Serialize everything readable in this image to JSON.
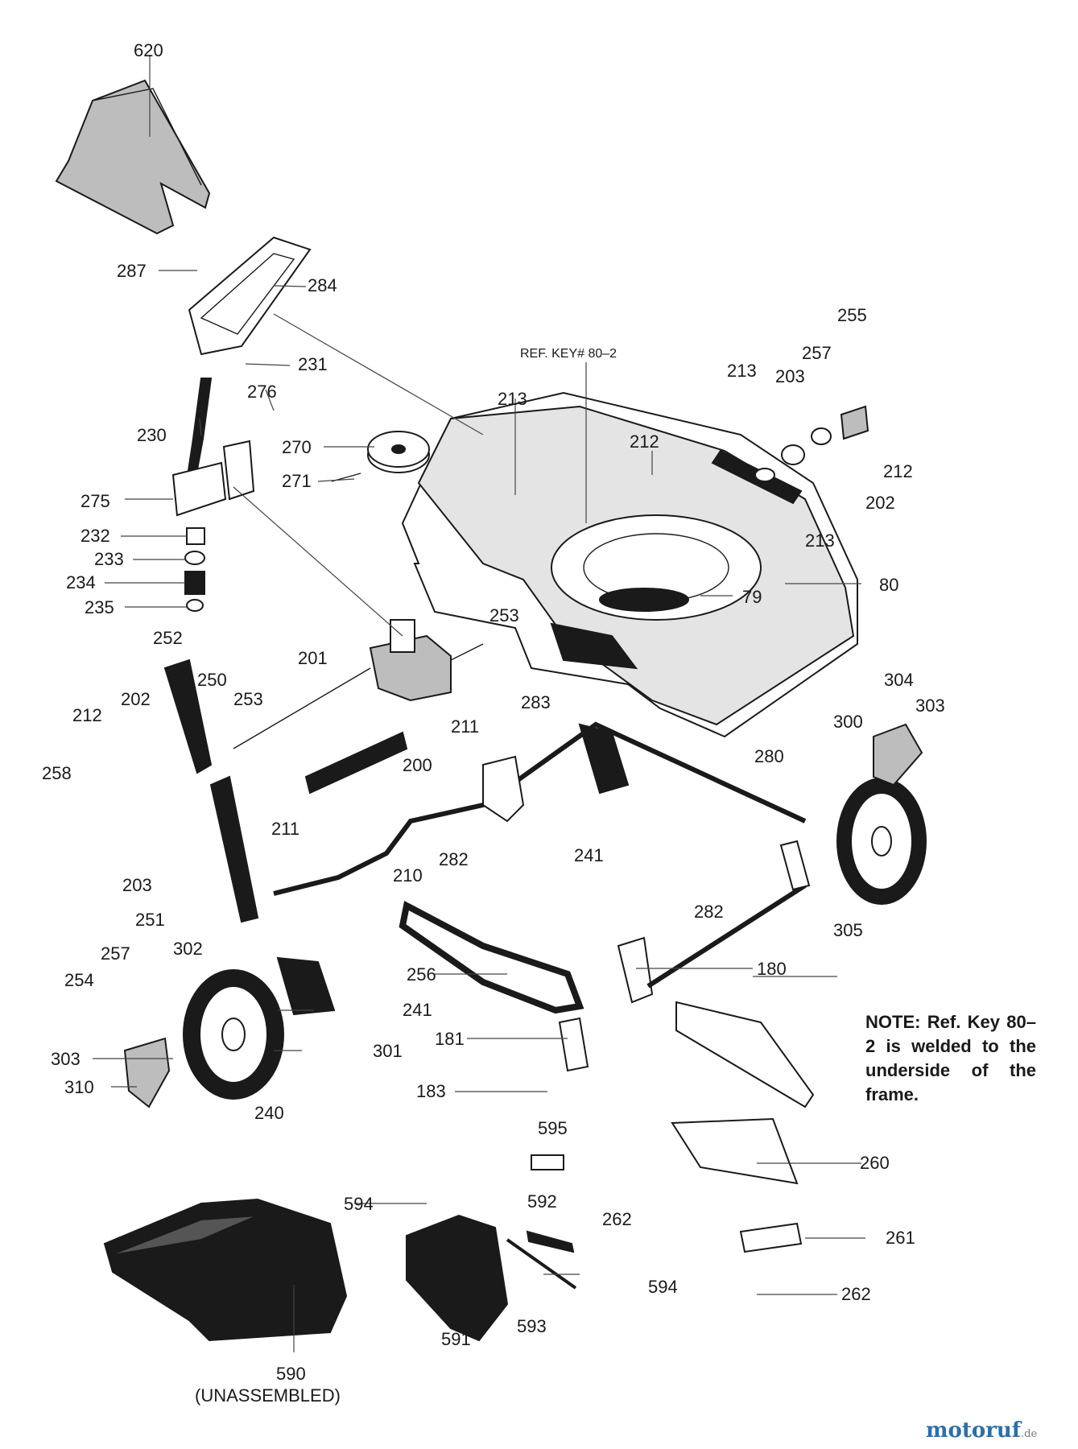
{
  "labels": [
    "620",
    "287",
    "284",
    "231",
    "230",
    "276",
    "270",
    "271",
    "275",
    "232",
    "233",
    "234",
    "235",
    "252",
    "250",
    "253",
    "201",
    "212",
    "202",
    "258",
    "211",
    "210",
    "200",
    "203",
    "251",
    "257",
    "254",
    "302",
    "256",
    "241",
    "303",
    "310",
    "240",
    "301",
    "213",
    "255",
    "257",
    "203",
    "213",
    "212",
    "212",
    "202",
    "213",
    "80",
    "79",
    "253",
    "283",
    "211",
    "282",
    "241",
    "280",
    "300",
    "304",
    "303",
    "282",
    "305",
    "180",
    "181",
    "183",
    "260",
    "262",
    "261",
    "262",
    "595",
    "594",
    "592",
    "594",
    "593",
    "591",
    "590"
  ],
  "ref_key": "REF. KEY# 80–2",
  "unassembled": "(UNASSEMBLED)",
  "note": "NOTE: Ref. Key 80–2 is welded to the underside of the frame.",
  "watermark": {
    "name": "motoruf",
    "suffix": ".de"
  },
  "colors": {
    "ink": "#1a1a1a",
    "watermark": "#2b6fa8"
  }
}
